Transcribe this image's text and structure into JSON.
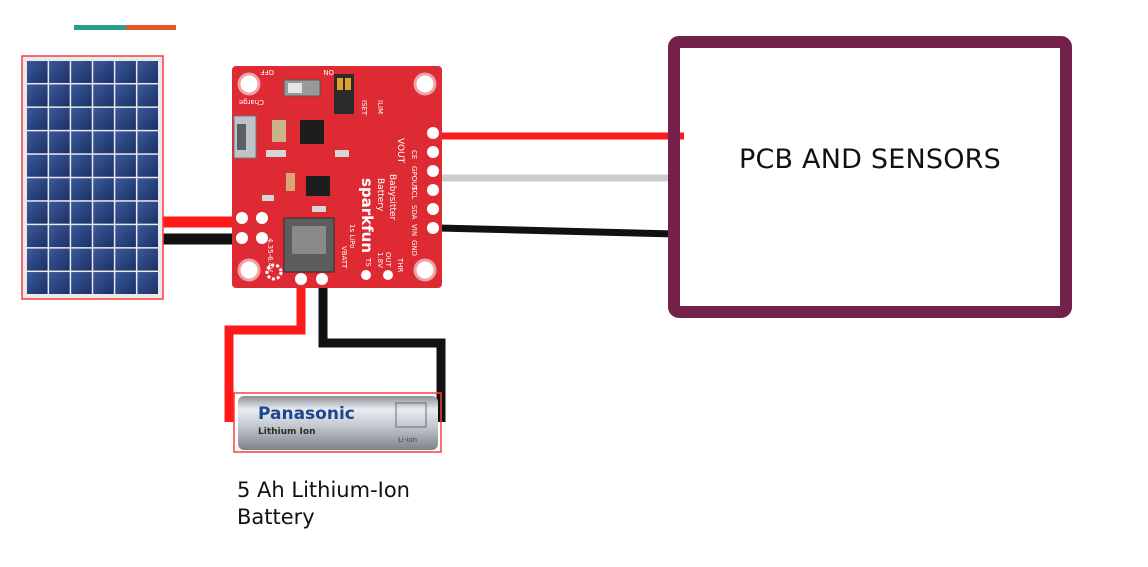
{
  "accent_colors": {
    "teal": "#2a9d8f",
    "orange": "#e05a2b"
  },
  "sensor_box": {
    "label": "PCB AND SENSORS",
    "border_color": "#73204a"
  },
  "battery": {
    "brand": "Panasonic",
    "type_text": "Lithium Ion",
    "badge": "Li-ion",
    "caption_line1": "5 Ah Lithium-Ion",
    "caption_line2": "Battery"
  },
  "charger_board": {
    "brand": "sparkfun",
    "model_line1": "Battery",
    "model_line2": "Babysitter",
    "label_off": "OFF",
    "label_on": "ON",
    "label_charge": "Charge",
    "label_iset": "ISET",
    "label_ilim": "ILIM",
    "label_vout": "VOUT",
    "label_ce": "CE",
    "label_gpout": "GPOUT",
    "label_scl": "SCL",
    "label_sda": "SDA",
    "label_vin": "VIN",
    "label_gnd": "GND",
    "label_vbatt": "VBATT",
    "label_lipo": "1s LiPo",
    "label_ts": "TS",
    "label_18v": "1.8V",
    "label_out": "OUT",
    "label_thr": "THR",
    "label_range": "4.35-6.4V"
  },
  "wire_colors": {
    "positive": "#ff1a1a",
    "ground": "#111111",
    "data": "#cccccc"
  }
}
